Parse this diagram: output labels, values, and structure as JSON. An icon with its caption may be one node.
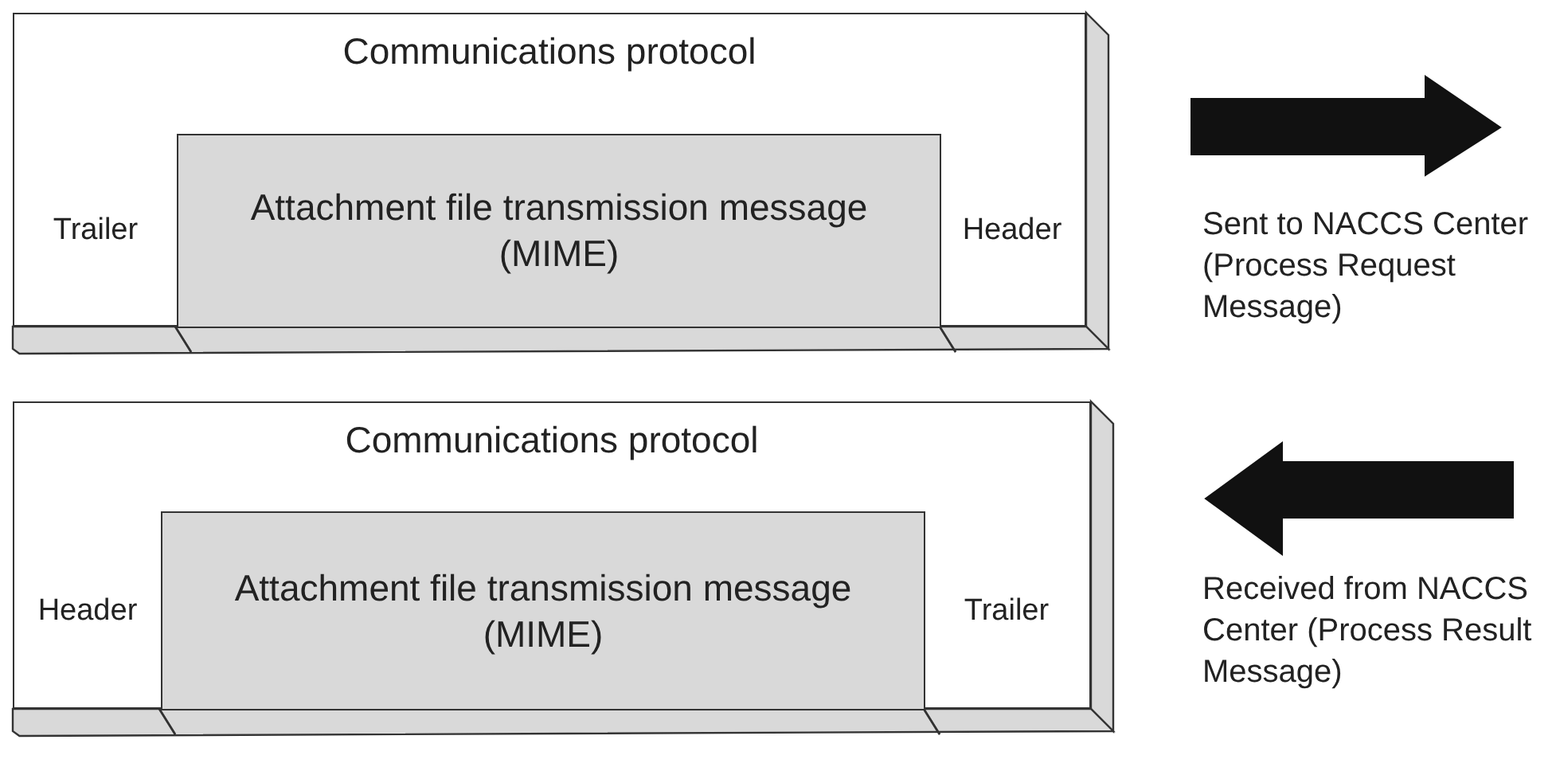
{
  "diagram": {
    "nodes": [
      {
        "text": [
          "Communications protocol"
        ]
      },
      {
        "text": [
          "Trailer"
        ],
        "in": 0
      },
      {
        "text": [
          "Attachment file transmission message (MIME)"
        ],
        "in": 0
      },
      {
        "text": [
          "Header"
        ],
        "in": 0
      },
      {
        "text": [
          "Communications protocol"
        ]
      },
      {
        "text": [
          "Header"
        ],
        "in": 4
      },
      {
        "text": [
          "Attachment file transmission message (MIME)"
        ],
        "in": 4
      },
      {
        "text": [
          "Trailer"
        ],
        "in": 4
      }
    ],
    "labels": [
      "Sent to NACCS Center (Process Request Message)",
      "Received from NACCS Center (Process Result Message)"
    ]
  }
}
